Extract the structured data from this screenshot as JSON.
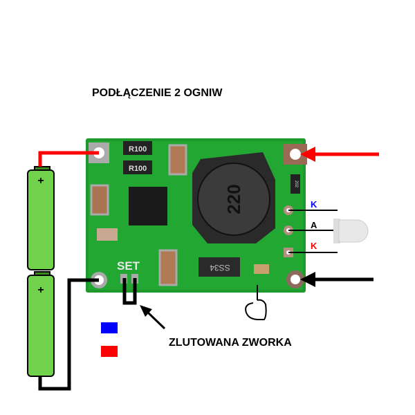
{
  "title": "PODŁĄCZENIE 2 OGNIW",
  "board": {
    "resistor1": "R100",
    "resistor2": "R100",
    "inductor": "220",
    "diode": "SS34",
    "set_label": "SET",
    "small_resistor": "202"
  },
  "led_pins": {
    "k1": "K",
    "a": "A",
    "k2": "K"
  },
  "battery_plus_1": "+",
  "battery_plus_2": "+",
  "jumper_caption": "ZLUTOWANA ZWORKA",
  "colors": {
    "pcb": "#1a9b2a",
    "battery": "#6bd24a",
    "red": "#ff0000",
    "blue": "#0000ff",
    "black": "#000000"
  }
}
